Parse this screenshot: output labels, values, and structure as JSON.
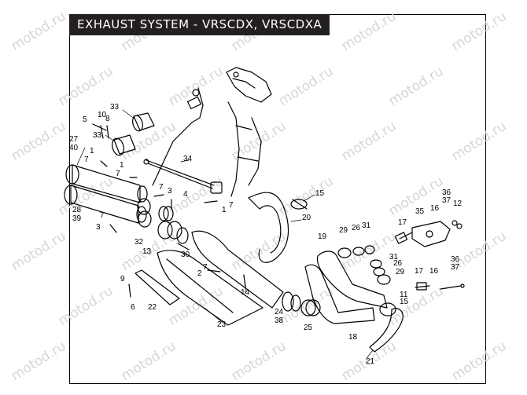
{
  "title": "EXHAUST SYSTEM - VRSCDX, VRSCDXA",
  "watermark_text": "motod.ru",
  "colors": {
    "title_bg": "#231f20",
    "title_fg": "#ffffff",
    "line": "#000000",
    "watermark": "#d6d6d6"
  },
  "callouts": [
    {
      "id": "c33a",
      "label": "33"
    },
    {
      "id": "c5",
      "label": "5"
    },
    {
      "id": "c10",
      "label": "10"
    },
    {
      "id": "c8",
      "label": "8"
    },
    {
      "id": "c33b",
      "label": "33"
    },
    {
      "id": "c27",
      "label": "27"
    },
    {
      "id": "c40",
      "label": "40"
    },
    {
      "id": "c1a",
      "label": "1"
    },
    {
      "id": "c7a",
      "label": "7"
    },
    {
      "id": "c1b",
      "label": "1"
    },
    {
      "id": "c7b",
      "label": "7"
    },
    {
      "id": "c34",
      "label": "34"
    },
    {
      "id": "c7c",
      "label": "7"
    },
    {
      "id": "c3a",
      "label": "3"
    },
    {
      "id": "c4",
      "label": "4"
    },
    {
      "id": "c28",
      "label": "28"
    },
    {
      "id": "c39",
      "label": "39"
    },
    {
      "id": "c7d",
      "label": "7"
    },
    {
      "id": "c3b",
      "label": "3"
    },
    {
      "id": "c32",
      "label": "32"
    },
    {
      "id": "c13",
      "label": "13"
    },
    {
      "id": "c30",
      "label": "30"
    },
    {
      "id": "c1c",
      "label": "1"
    },
    {
      "id": "c7e",
      "label": "7"
    },
    {
      "id": "c15a",
      "label": "15"
    },
    {
      "id": "c20",
      "label": "20"
    },
    {
      "id": "c19",
      "label": "19"
    },
    {
      "id": "c29a",
      "label": "29"
    },
    {
      "id": "c26a",
      "label": "26"
    },
    {
      "id": "c31a",
      "label": "31"
    },
    {
      "id": "c17a",
      "label": "17"
    },
    {
      "id": "c35",
      "label": "35"
    },
    {
      "id": "c16a",
      "label": "16"
    },
    {
      "id": "c36a",
      "label": "36"
    },
    {
      "id": "c37a",
      "label": "37"
    },
    {
      "id": "c12",
      "label": "12"
    },
    {
      "id": "c31b",
      "label": "31"
    },
    {
      "id": "c26b",
      "label": "26"
    },
    {
      "id": "c29b",
      "label": "29"
    },
    {
      "id": "c17b",
      "label": "17"
    },
    {
      "id": "c16b",
      "label": "16"
    },
    {
      "id": "c36b",
      "label": "36"
    },
    {
      "id": "c37b",
      "label": "37"
    },
    {
      "id": "c11",
      "label": "11"
    },
    {
      "id": "c15b",
      "label": "15"
    },
    {
      "id": "c7f",
      "label": "7"
    },
    {
      "id": "c2",
      "label": "2"
    },
    {
      "id": "c9",
      "label": "9"
    },
    {
      "id": "c6",
      "label": "6"
    },
    {
      "id": "c22",
      "label": "22"
    },
    {
      "id": "c14",
      "label": "14"
    },
    {
      "id": "c23",
      "label": "23"
    },
    {
      "id": "c24",
      "label": "24"
    },
    {
      "id": "c38",
      "label": "38"
    },
    {
      "id": "c25",
      "label": "25"
    },
    {
      "id": "c18",
      "label": "18"
    },
    {
      "id": "c21",
      "label": "21"
    }
  ]
}
